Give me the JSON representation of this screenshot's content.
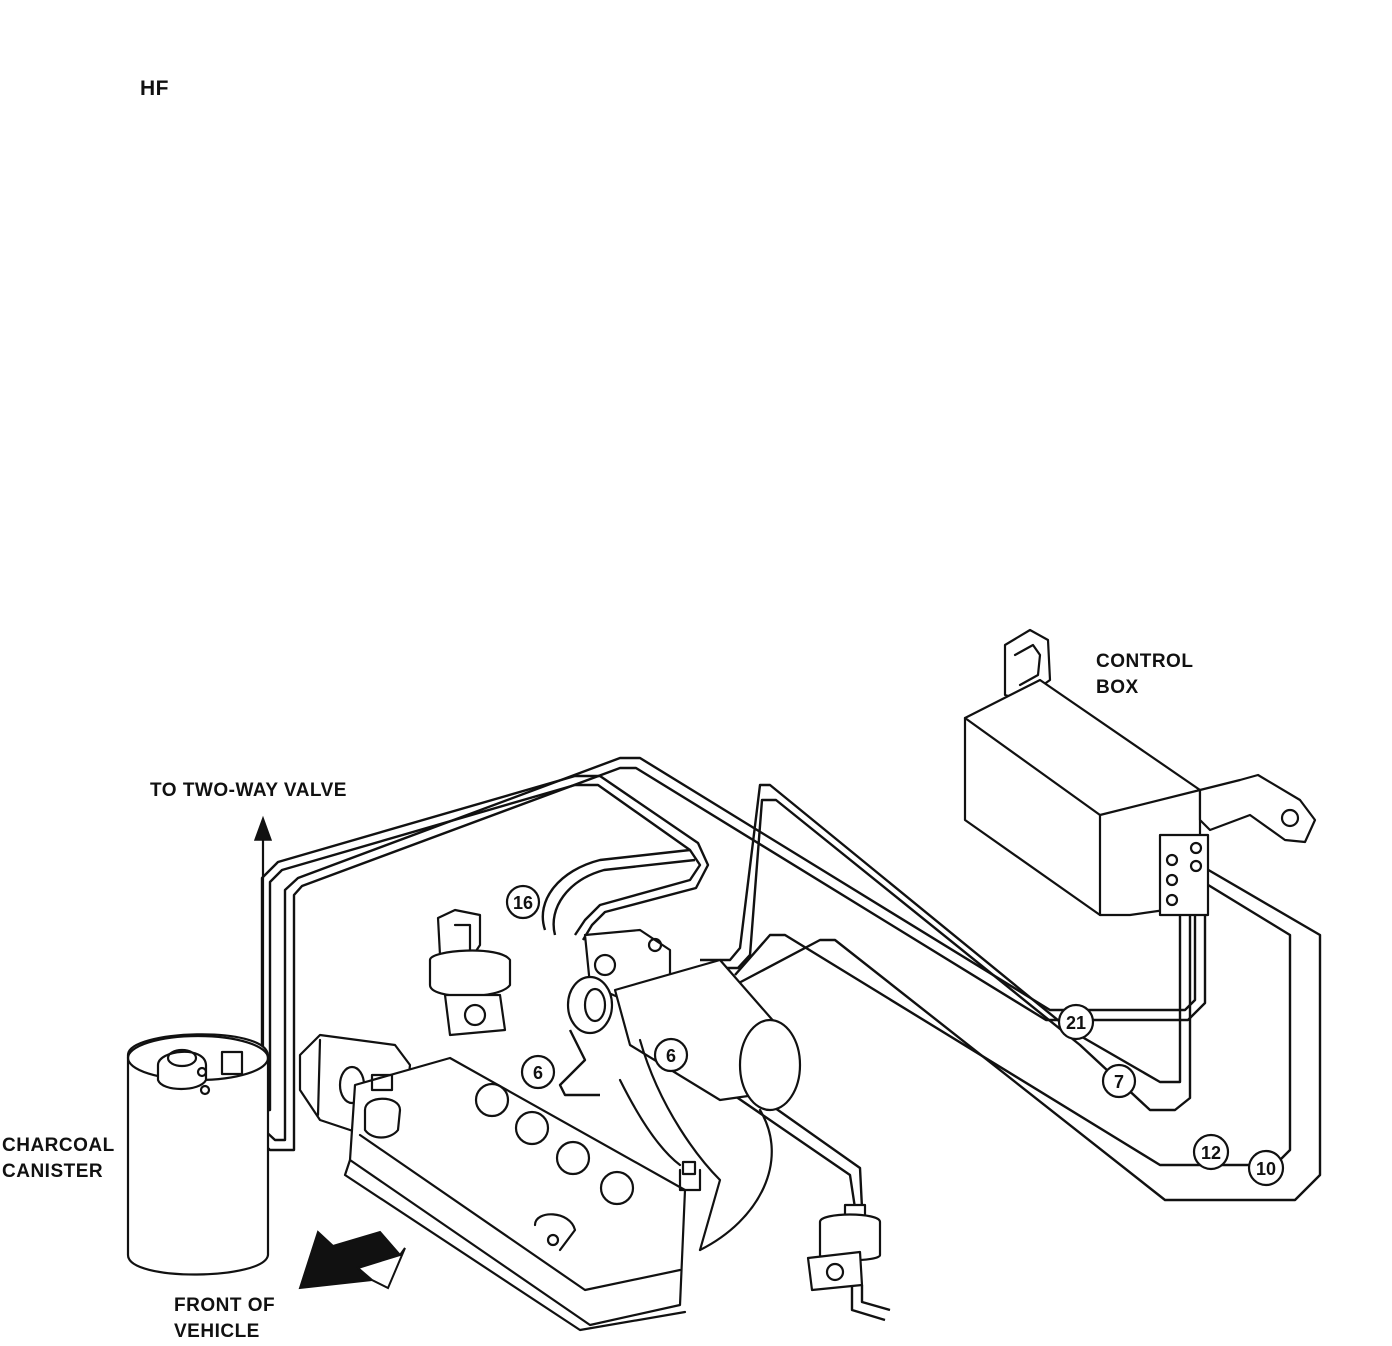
{
  "diagram": {
    "code": "HF",
    "labels": {
      "control_box": [
        "CONTROL",
        "BOX"
      ],
      "two_way_valve": "TO TWO-WAY VALVE",
      "charcoal_canister": [
        "CHARCOAL",
        "CANISTER"
      ],
      "front_of_vehicle": [
        "FRONT OF",
        "VEHICLE"
      ]
    },
    "hose_callouts": [
      "16",
      "6",
      "6",
      "21",
      "7",
      "12",
      "10"
    ],
    "colors": {
      "ink": "#111111",
      "paper": "#ffffff"
    }
  }
}
